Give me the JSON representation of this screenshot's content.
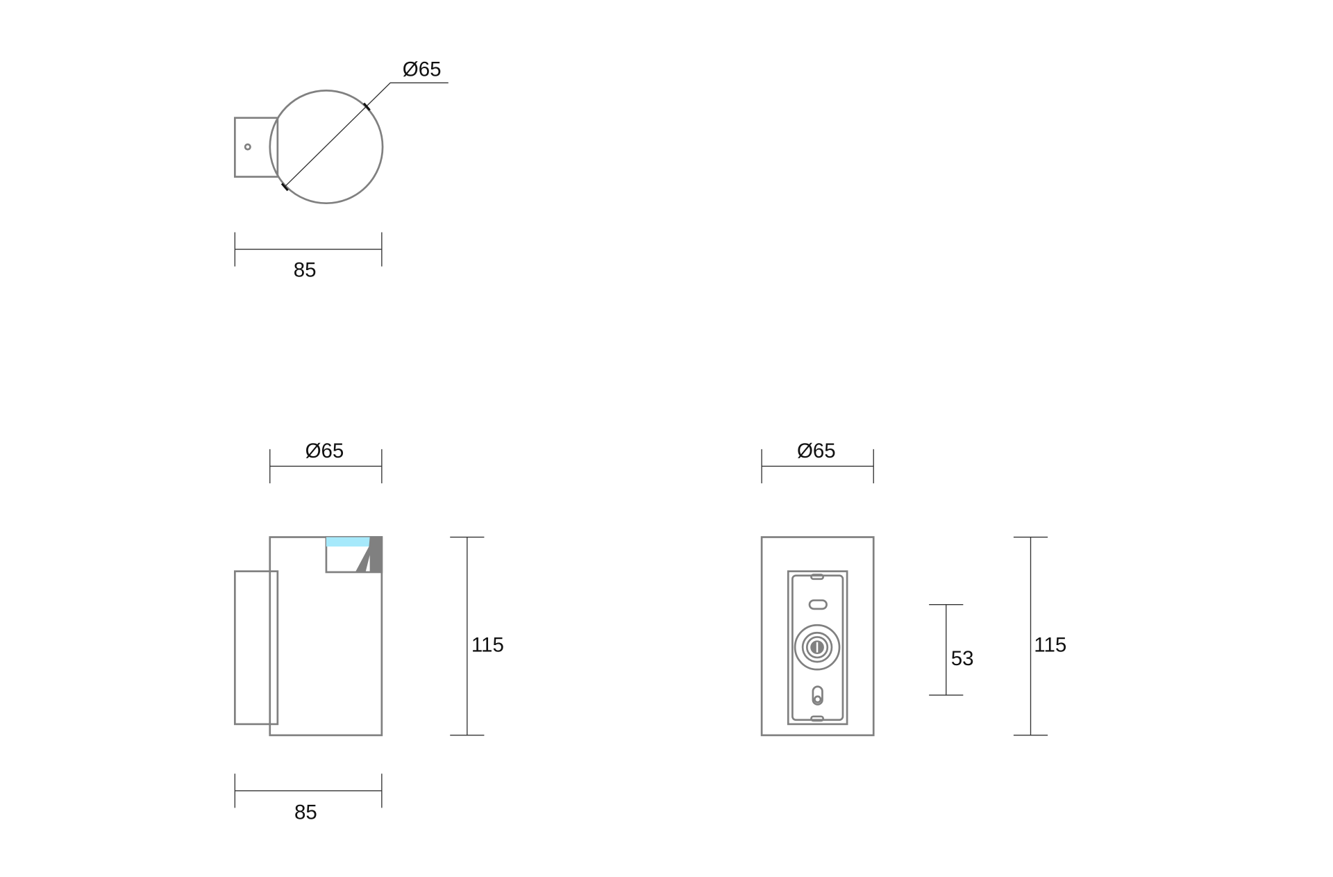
{
  "top_view": {
    "diameter_label": "Ø65",
    "width_label": "85"
  },
  "side_view": {
    "diameter_label": "Ø65",
    "height_label": "115",
    "width_label": "85"
  },
  "back_view": {
    "diameter_label": "Ø65",
    "mount_spacing_label": "53",
    "height_label": "115"
  },
  "colors": {
    "outline": "#808080",
    "dimension": "#333333",
    "lens": "#a6e9fb",
    "dark_fill": "#808080"
  }
}
